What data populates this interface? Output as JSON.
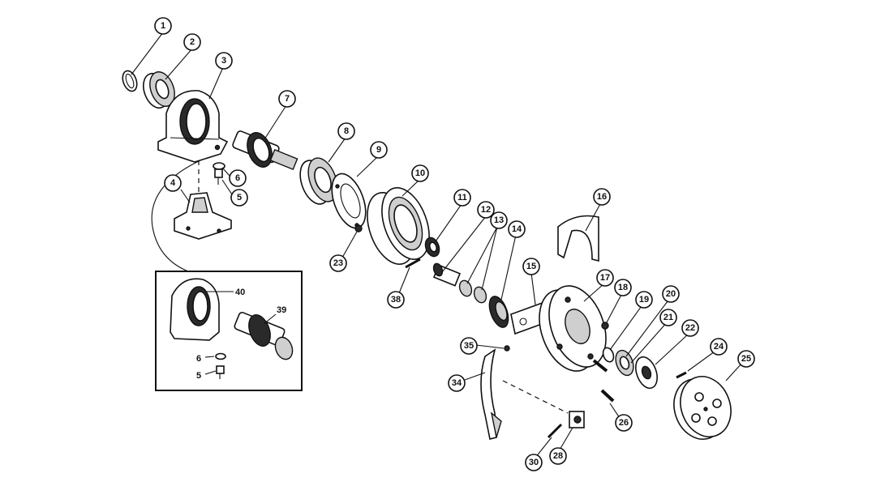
{
  "callouts": {
    "c1": "1",
    "c2": "2",
    "c3": "3",
    "c4": "4",
    "c5": "5",
    "c6": "6",
    "c7": "7",
    "c8": "8",
    "c9": "9",
    "c10": "10",
    "c11": "11",
    "c12": "12",
    "c13": "13",
    "c14": "14",
    "c15": "15",
    "c16": "16",
    "c17": "17",
    "c18": "18",
    "c19": "19",
    "c20": "20",
    "c21": "21",
    "c22": "22",
    "c23": "23",
    "c24": "24",
    "c25": "25",
    "c26": "26",
    "c28": "28",
    "c30": "30",
    "c34": "34",
    "c35": "35",
    "c38": "38"
  },
  "inset": {
    "label_40": "40",
    "label_39": "39",
    "label_6": "6",
    "label_5": "5"
  }
}
